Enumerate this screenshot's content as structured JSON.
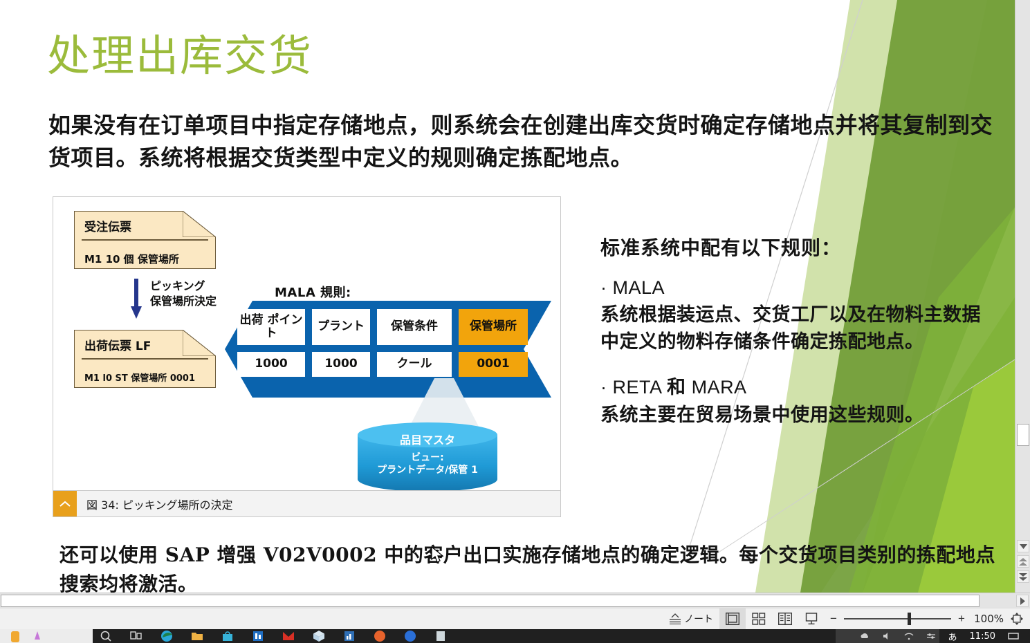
{
  "slide": {
    "title": "处理出库交货",
    "title_color": "#9bbb3b",
    "paragraph_top": "如果没有在订单项目中指定存储地点，则系统会在创建出库交货时确定存储地点并将其复制到交货项目。系统将根据交货类型中定义的规则确定拣配地点。",
    "paragraph_bottom": "还可以使用 SAP 增强 V02V0002 中的客户出口实施存储地点的确定逻辑。每个交货项目类别的拣配地点搜索均将激活。"
  },
  "rules": {
    "lead": "标准系统中配有以下规则：",
    "items": [
      {
        "bullet": "·",
        "head_latin": "MALA",
        "head_cn": "",
        "body": " 系统根据装运点、交货工厂以及在物料主数据中定义的物料存储条件确定拣配地点。"
      },
      {
        "bullet": "·",
        "head_latin": "RETA",
        "head_cn": "和",
        "head_latin2": "MARA",
        "body": "系统主要在贸易场景中使用这些规则。"
      }
    ]
  },
  "figure": {
    "caption": "図 34: ピッキング場所の決定",
    "caption_icon": "chevron-up-icon",
    "doc1": {
      "title": "受注伝票",
      "row": "M1    10 個    保管場所"
    },
    "doc2": {
      "title": "出荷伝票 LF",
      "row": "M1 l0 ST          保管場所 0001"
    },
    "arrow_label": "ピッキング\n保管場所決定",
    "mala_label": "MALA 規則:",
    "chevron": {
      "fill": "#0a63ad",
      "highlight": "#f2a40c",
      "headers": [
        "出荷\nポイント",
        "プラント",
        "保管条件",
        "保管場所"
      ],
      "values": [
        "1000",
        "1000",
        "クール",
        "0001"
      ],
      "highlight_index": 3
    },
    "cylinder": {
      "title": "品目マスタ",
      "subtitle": "ビュー:\nプラントデータ/保管 1",
      "fill": "#1f9ad6"
    }
  },
  "status_bar": {
    "notes_label": "ノート",
    "notes_icon": "notes-icon",
    "views": [
      {
        "name": "normal-view",
        "icon": "normal-view-icon",
        "selected": true
      },
      {
        "name": "slide-sorter-view",
        "icon": "slide-sorter-icon",
        "selected": false
      },
      {
        "name": "reading-view",
        "icon": "reading-view-icon",
        "selected": false
      },
      {
        "name": "slideshow-view",
        "icon": "slideshow-icon",
        "selected": false
      }
    ],
    "zoom_out": "−",
    "zoom_in": "+",
    "zoom_percent": "100%",
    "fit_icon": "fit-to-window-icon"
  },
  "taskbar": {
    "clock": "11:50",
    "ime": "あ"
  }
}
